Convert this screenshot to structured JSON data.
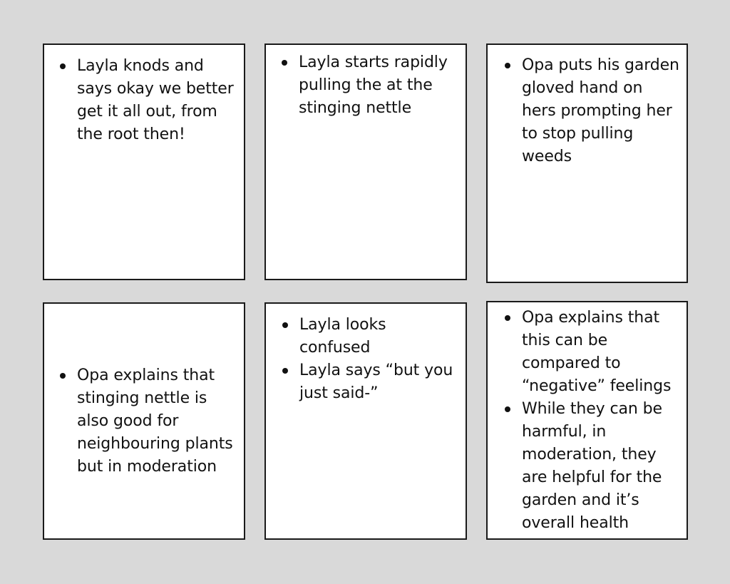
{
  "document": {
    "type": "storyboard-grid",
    "background_color": "#d9d9d9",
    "card_background_color": "#ffffff",
    "card_border_color": "#1a1a1a",
    "text_color": "#111111",
    "rows": 2,
    "columns": 3
  },
  "panels": [
    {
      "id": "panel-1",
      "position": "row1-col1",
      "bullets": [
        "Layla knods and says okay we better get it all out, from the root then!"
      ]
    },
    {
      "id": "panel-2",
      "position": "row1-col2",
      "bullets": [
        "Layla starts rapidly pulling the at the stinging nettle"
      ]
    },
    {
      "id": "panel-3",
      "position": "row1-col3",
      "bullets": [
        "Opa puts his garden gloved hand on hers prompting her to stop pulling weeds"
      ]
    },
    {
      "id": "panel-4",
      "position": "row2-col1",
      "bullets": [
        "Opa explains that stinging nettle is also good for neighbouring plants but in moderation"
      ]
    },
    {
      "id": "panel-5",
      "position": "row2-col2",
      "bullets": [
        "Layla looks confused",
        "Layla says “but you just said-”"
      ]
    },
    {
      "id": "panel-6",
      "position": "row2-col3",
      "bullets": [
        "Opa explains that this can be compared to “negative” feelings",
        "While they can be harmful, in moderation, they are helpful for the garden and it’s overall health"
      ]
    }
  ]
}
